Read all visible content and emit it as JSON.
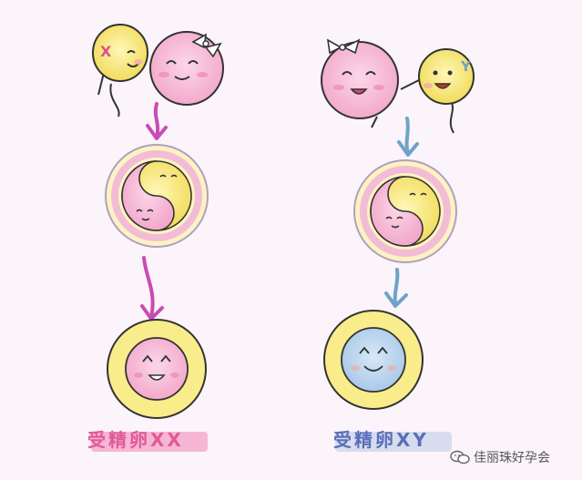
{
  "colors": {
    "girl_outline": "#7a4d7a",
    "boy_outline": "#5a6fb8",
    "arrow_left": "#c94bb5",
    "arrow_right": "#6fa3c8",
    "pink": "#f6b6d2",
    "yellow": "#f9ec8a",
    "blue": "#bcd6ef"
  },
  "captions": {
    "left": "受精卵XX",
    "right": "受精卵XY"
  },
  "watermark": {
    "text": "佳丽珠好孕会",
    "icon": "wechat-icon"
  }
}
